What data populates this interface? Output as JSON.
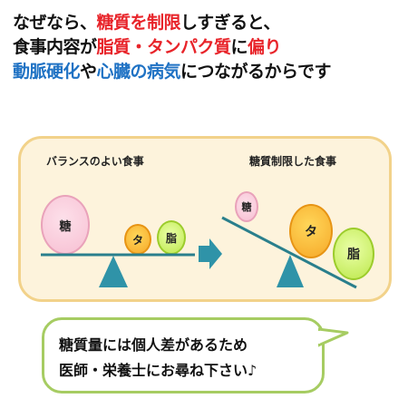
{
  "headline": {
    "line1": [
      {
        "text": "なぜなら、",
        "color": "black"
      },
      {
        "text": "糖質を制限",
        "color": "red"
      },
      {
        "text": "しすぎると、",
        "color": "black"
      }
    ],
    "line2": [
      {
        "text": "食事内容が",
        "color": "black"
      },
      {
        "text": "脂質・タンパク質",
        "color": "red"
      },
      {
        "text": "に",
        "color": "black"
      },
      {
        "text": "偏り",
        "color": "red"
      }
    ],
    "line3": [
      {
        "text": "動脈硬化",
        "color": "blue"
      },
      {
        "text": "や",
        "color": "black"
      },
      {
        "text": "心臓の病気",
        "color": "blue"
      },
      {
        "text": "につながるからです",
        "color": "black"
      }
    ]
  },
  "left_panel": {
    "title": "バランスのよい食事",
    "carb_label": "糖",
    "protein_label": "タ",
    "fat_label": "脂"
  },
  "right_panel": {
    "title": "糖質制限した食事",
    "carb_label": "糖",
    "protein_label": "タ",
    "fat_label": "脂"
  },
  "callout": {
    "line1": "糖質量には個人差があるため",
    "line2": "医師・栄養士にお尋ね下さい♪"
  },
  "colors": {
    "red": "#e8242a",
    "blue": "#1f72c4",
    "panel_bg": "#fdf3dc",
    "panel_border": "#f2d28a",
    "callout_border": "#a6cc62",
    "seesaw_beam": "#2a7f8c",
    "seesaw_fulcrum": "#2f93a8",
    "arrow": "#2f93a8"
  }
}
